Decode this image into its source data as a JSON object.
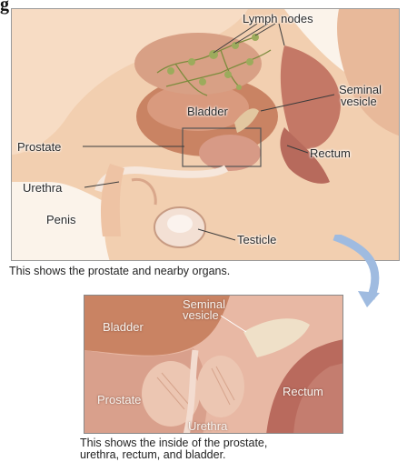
{
  "figure_tag": "g",
  "main_diagram": {
    "labels": {
      "lymph_nodes": "Lymph nodes",
      "seminal_vesicle_line1": "Seminal",
      "seminal_vesicle_line2": "vesicle",
      "bladder": "Bladder",
      "prostate": "Prostate",
      "rectum": "Rectum",
      "urethra": "Urethra",
      "penis": "Penis",
      "testicle": "Testicle"
    },
    "caption": "This shows the prostate and nearby organs."
  },
  "inset_diagram": {
    "labels": {
      "seminal_vesicle_line1": "Seminal",
      "seminal_vesicle_line2": "vesicle",
      "bladder": "Bladder",
      "prostate": "Prostate",
      "rectum": "Rectum",
      "urethra": "Urethra"
    },
    "caption_line1": "This shows the inside of the prostate,",
    "caption_line2": "urethra, rectum, and bladder."
  },
  "colors": {
    "skin": "#f2cfb0",
    "bladder": "#c98363",
    "rectum": "#c97a6a",
    "prostate": "#d79a86",
    "lymph": "#9cab5c",
    "leader_line": "#3b3b3b"
  }
}
